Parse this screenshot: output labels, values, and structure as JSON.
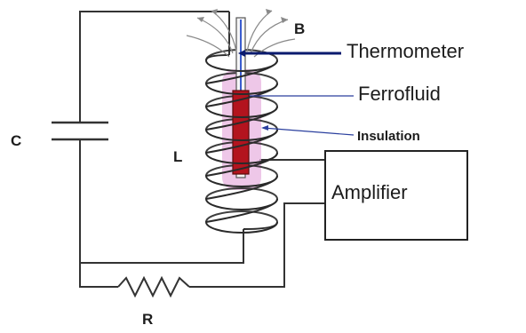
{
  "labels": {
    "capacitor": "C",
    "inductor": "L",
    "resistor": "R",
    "magnetic_field": "B",
    "thermometer": "Thermometer",
    "ferrofluid": "Ferrofluid",
    "insulation": "Insulation",
    "amplifier": "Amplifier"
  },
  "colors": {
    "wire": "#333333",
    "coil": "#2a2a2a",
    "ferrofluid": "#b3141e",
    "insulation": "#e8b4e0",
    "thermometer_pointer": "#0a1a6e",
    "field_lines": "#8a8a8a"
  }
}
